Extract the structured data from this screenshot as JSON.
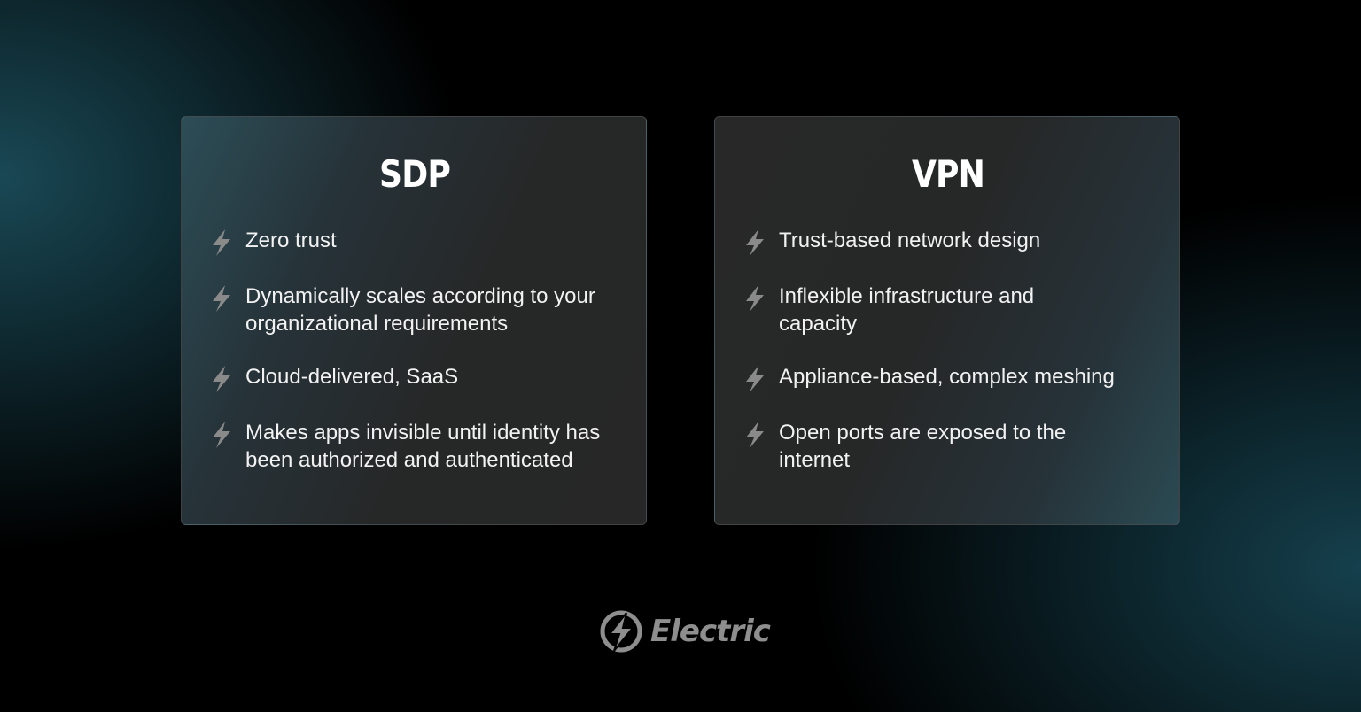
{
  "cards": [
    {
      "title": "SDP",
      "items": [
        "Zero trust",
        "Dynamically scales according to your organizational requirements",
        "Cloud-delivered, SaaS",
        "Makes apps invisible until identity has been authorized and authenticated"
      ]
    },
    {
      "title": "VPN",
      "items": [
        "Trust-based network design",
        "Inflexible infrastructure and capacity",
        "Appliance-based, complex meshing",
        "Open ports are exposed to the internet"
      ]
    }
  ],
  "logo": {
    "text": "Electric",
    "icon": "lightning-circle-icon"
  },
  "colors": {
    "background": "#000000",
    "accent_teal": "#2c4d57",
    "card": "#272727",
    "bullet": "#8a8a8a",
    "text": "#f2f2f2"
  }
}
